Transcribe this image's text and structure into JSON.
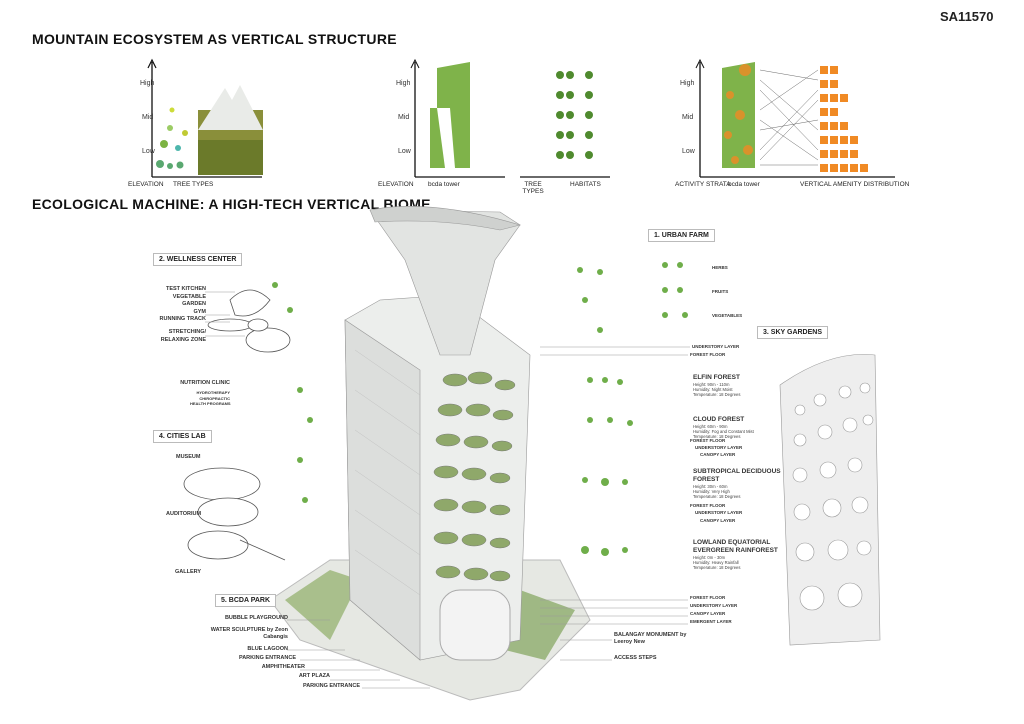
{
  "code": "SA11570",
  "section1": {
    "title": "MOUNTAIN ECOSYSTEM AS VERTICAL STRUCTURE",
    "axis_levels": [
      "High",
      "Mid",
      "Low"
    ],
    "panel1": {
      "captions": [
        "ELEVATION",
        "TREE TYPES"
      ]
    },
    "panel2": {
      "captions": [
        "ELEVATION",
        "bcda tower",
        "TREE TYPES",
        "HABITATS"
      ]
    },
    "panel3": {
      "captions": [
        "ACTIVITY STRATA",
        "bcda tower",
        "VERTICAL AMENITY DISTRIBUTION"
      ]
    }
  },
  "section2": {
    "title": "ECOLOGICAL MACHINE: A HIGH-TECH VERTICAL BIOME",
    "wellness": {
      "title": "2. WELLNESS CENTER",
      "labels": [
        "TEST KITCHEN",
        "VEGETABLE",
        "GARDEN",
        "GYM",
        "RUNNING TRACK",
        "STRETCHING/",
        "RELAXING ZONE"
      ],
      "clinic": "NUTRITION CLINIC",
      "clinic_sub": [
        "HYDROTHERAPY",
        "CHIROPRACTIC",
        "HEALTH PROGRAMS"
      ]
    },
    "cities_lab": {
      "title": "4. CITIES LAB",
      "labels": [
        "MUSEUM",
        "AUDITORIUM",
        "GALLERY"
      ]
    },
    "park": {
      "title": "5. BCDA PARK",
      "labels": [
        "BUBBLE PLAYGROUND",
        "WATER SCULPTURE  by Zeon",
        "Cabangis",
        "BLUE LAGOON",
        "PARKING ENTRANCE",
        "AMPHITHEATER",
        "ART PLAZA",
        "PARKING ENTRANCE"
      ],
      "right_labels": [
        "BALANGAY MONUMENT by",
        "Leeroy New",
        "ACCESS STEPS"
      ]
    },
    "urban_farm": {
      "title": "1. URBAN FARM",
      "labels": [
        "HERBS",
        "FRUITS",
        "VEGETABLES"
      ]
    },
    "sky_gardens": {
      "title": "3. SKY GARDENS"
    },
    "forests": [
      {
        "layers_before": [
          "UNDERSTORY LAYER",
          "FOREST FLOOR"
        ],
        "name": "ELFIN FOREST",
        "name2": "",
        "height": "Height: 90m - 110m",
        "humidity": "Humidity: Night Moist",
        "temp": "Temperature: 18 Degrees",
        "layers_after": []
      },
      {
        "layers_before": [],
        "name": "CLOUD FOREST",
        "name2": "",
        "height": "Height: 60m - 90m",
        "humidity": "Humidity: Fog and Constant Mist",
        "temp": "Temperature: 18 Degrees",
        "layers_after": [
          "FOREST FLOOR",
          "UNDERSTORY LAYER",
          "CANOPY LAYER"
        ]
      },
      {
        "layers_before": [],
        "name": "SUBTROPICAL DECIDUOUS",
        "name2": "FOREST",
        "height": "Height: 30m - 60m",
        "humidity": "Humidity: Very High",
        "temp": "Temperature: 18 Degrees",
        "layers_after": [
          "FOREST FLOOR",
          "UNDERSTORY LAYER",
          "CANOPY LAYER"
        ]
      },
      {
        "layers_before": [],
        "name": "LOWLAND EQUATORIAL",
        "name2": "EVERGREEN RAINFOREST",
        "height": "Height: 0m - 30m",
        "humidity": "Humidity: Heavy Rainfall",
        "temp": "Temperature: 18 Degrees",
        "layers_after": [
          "FOREST FLOOR",
          "UNDERSTORY LAYER",
          "CANOPY LAYER",
          "EMERGENT LAYER"
        ]
      }
    ]
  },
  "colors": {
    "green": "#6fa83c",
    "dark_green": "#3f7a2a",
    "orange": "#e87a1e",
    "gray": "#cfcfcf"
  }
}
